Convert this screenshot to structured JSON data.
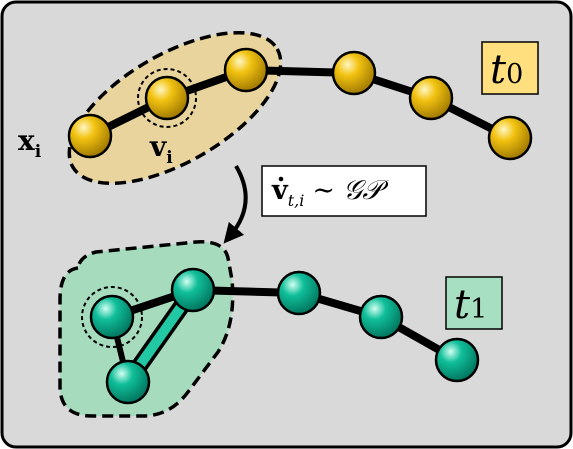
{
  "colors": {
    "panel": "#d9d9d9",
    "frame": "#000000",
    "gold_region": "#e8d49c",
    "green_region": "#a6dbbd",
    "gold_label_box": "#ffdf7e",
    "green_label_box": "#a6dfc1",
    "gold_bead": "#f2c311",
    "green_bead": "#10bf9a",
    "green_link": "#22c7a3"
  },
  "labels": {
    "top_time": {
      "base": "t",
      "sub": "0"
    },
    "bottom_time": {
      "base": "t",
      "sub": "1"
    },
    "position": {
      "base": "x",
      "sub": "i"
    },
    "velocity": {
      "base": "v",
      "sub": "i"
    },
    "formula": {
      "lhs_base": "v",
      "lhs_sub": "t,i",
      "relation": "∼",
      "rhs": "𝒢𝒫"
    }
  }
}
